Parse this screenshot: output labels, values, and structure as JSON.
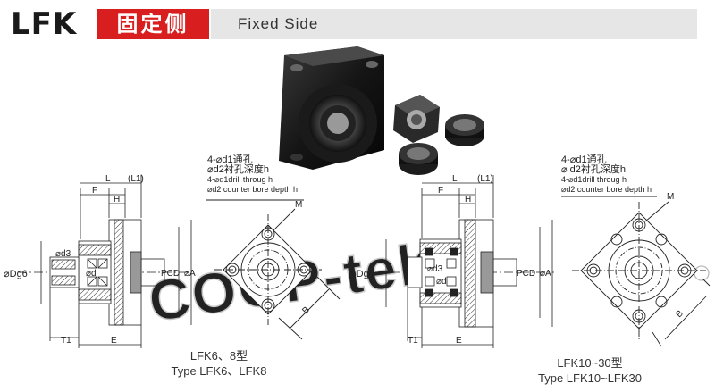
{
  "header": {
    "series": "LFK",
    "title_cn": "固定侧",
    "title_en": "Fixed Side"
  },
  "notes_left": {
    "line1": "4-⌀d1通孔",
    "line2": "⌀d2衬孔深度h",
    "line3": "4-⌀d1drill throug h",
    "line4": "⌀d2 counter bore depth h"
  },
  "notes_right": {
    "line1": "4-⌀d1通孔",
    "line2": "⌀ d2衬孔深度h",
    "line3": "4-⌀d1drill throug h",
    "line4": "⌀d2 counter bore depth h"
  },
  "labels": {
    "L": "L",
    "L1": "(L1)",
    "F": "F",
    "H": "H",
    "d3": "⌀d3",
    "d": "⌀d",
    "Dg6": "⌀Dg6",
    "PCD": "PCD",
    "A": "⌀A",
    "T1": "T1",
    "E": "E",
    "M": "M",
    "B": "B"
  },
  "captions": {
    "left_cn": "LFK6、8型",
    "left_en": "Type LFK6、LFK8",
    "right_cn": "LFK10~30型",
    "right_en": "Type LFK10~LFK30"
  },
  "watermark": "COOP-tek",
  "colors": {
    "accent_red": "#d81e1e",
    "bar_grey": "#e6e6e6",
    "line": "#222222"
  }
}
